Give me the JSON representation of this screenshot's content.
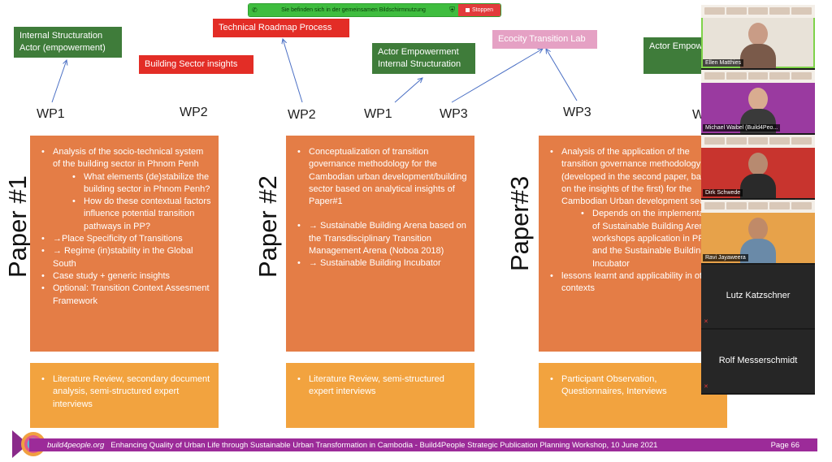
{
  "share_bar": {
    "message": "Sie befinden sich in der gemeinsamen Bildschirmnutzung",
    "stop_label": "Stoppen"
  },
  "tags": [
    {
      "text": "Internal Structuration Actor (empowerment)",
      "color": "#3f7c3a"
    },
    {
      "text": "Building Sector insights",
      "color": "#e32d26"
    },
    {
      "text": "Technical Roadmap Process",
      "color": "#e32d26"
    },
    {
      "text": "Actor Empowerment Internal Structuration",
      "color": "#3f7c3a"
    },
    {
      "text": "Ecocity Transition Lab",
      "color": "#e5a1c4"
    },
    {
      "text": "Actor Empowerment Internal Structuration",
      "color": "#3f7c3a"
    }
  ],
  "wps": [
    "WP1",
    "WP2",
    "WP2",
    "WP1",
    "WP3",
    "WP3",
    "W"
  ],
  "papers": [
    {
      "label": "Paper #1",
      "items": [
        {
          "text": "Analysis of the socio-technical system of the building sector in Phnom Penh",
          "level": 0
        },
        {
          "text": "What elements (de)stabilize the building sector in Phnom Penh?",
          "level": 1
        },
        {
          "text": "How do these contextual factors influence potential transition pathways in PP?",
          "level": 1
        },
        {
          "text": "→Place Specificity of Transitions",
          "level": 0
        },
        {
          "text": "→ Regime (in)stability in the Global South",
          "level": 0
        },
        {
          "text": "Case study + generic insights",
          "level": 0
        },
        {
          "text": "Optional: Transition Context Assesment Framework",
          "level": 0
        }
      ],
      "methods": "Literature Review, secondary document analysis, semi-structured expert interviews"
    },
    {
      "label": "Paper #2",
      "items": [
        {
          "text": "Conceptualization of transition governance methodology for the Cambodian urban development/building sector based on analytical insights of Paper#1",
          "level": 0
        },
        {
          "text": "→ Sustainable Building Arena based on the Transdisciplinary Transition Management Arena (Noboa 2018)",
          "level": 0,
          "gap": true
        },
        {
          "text": "→ Sustainable Building Incubator",
          "level": 0
        }
      ],
      "methods": "Literature Review, semi-structured expert interviews"
    },
    {
      "label": "Paper#3",
      "items": [
        {
          "text": "Analysis of the application of the transition governance methodology (developed in the second paper, based on the insights of the first) for the Cambodian Urban development sector",
          "level": 0
        },
        {
          "text": "Depends on the implementation of Sustainable Building Arena workshops application in PP and the Sustainable Building Incubator",
          "level": 1
        },
        {
          "text": "lessons learnt and applicability in other contexts",
          "level": 0
        }
      ],
      "methods": "Participant Observation, Questionnaires, Interviews"
    }
  ],
  "footer": {
    "brand": "build4people.org",
    "text": "Enhancing Quality of Urban Life through Sustainable Urban Transformation in Cambodia - Build4People Strategic Publication Planning Workshop, 10 June 2021",
    "page": "Page 66",
    "bar_color": "#9c2b99"
  },
  "participants": [
    {
      "name": "Ellen Matthies",
      "video": true,
      "active": true
    },
    {
      "name": "Michael Waibel (Build4Peo...",
      "video": true
    },
    {
      "name": "Dirk Schwede",
      "video": true
    },
    {
      "name": "Ravi Jayaweera",
      "video": true
    },
    {
      "name": "Lutz Katzschner",
      "video": false
    },
    {
      "name": "Rolf Messerschmidt",
      "video": false
    }
  ]
}
